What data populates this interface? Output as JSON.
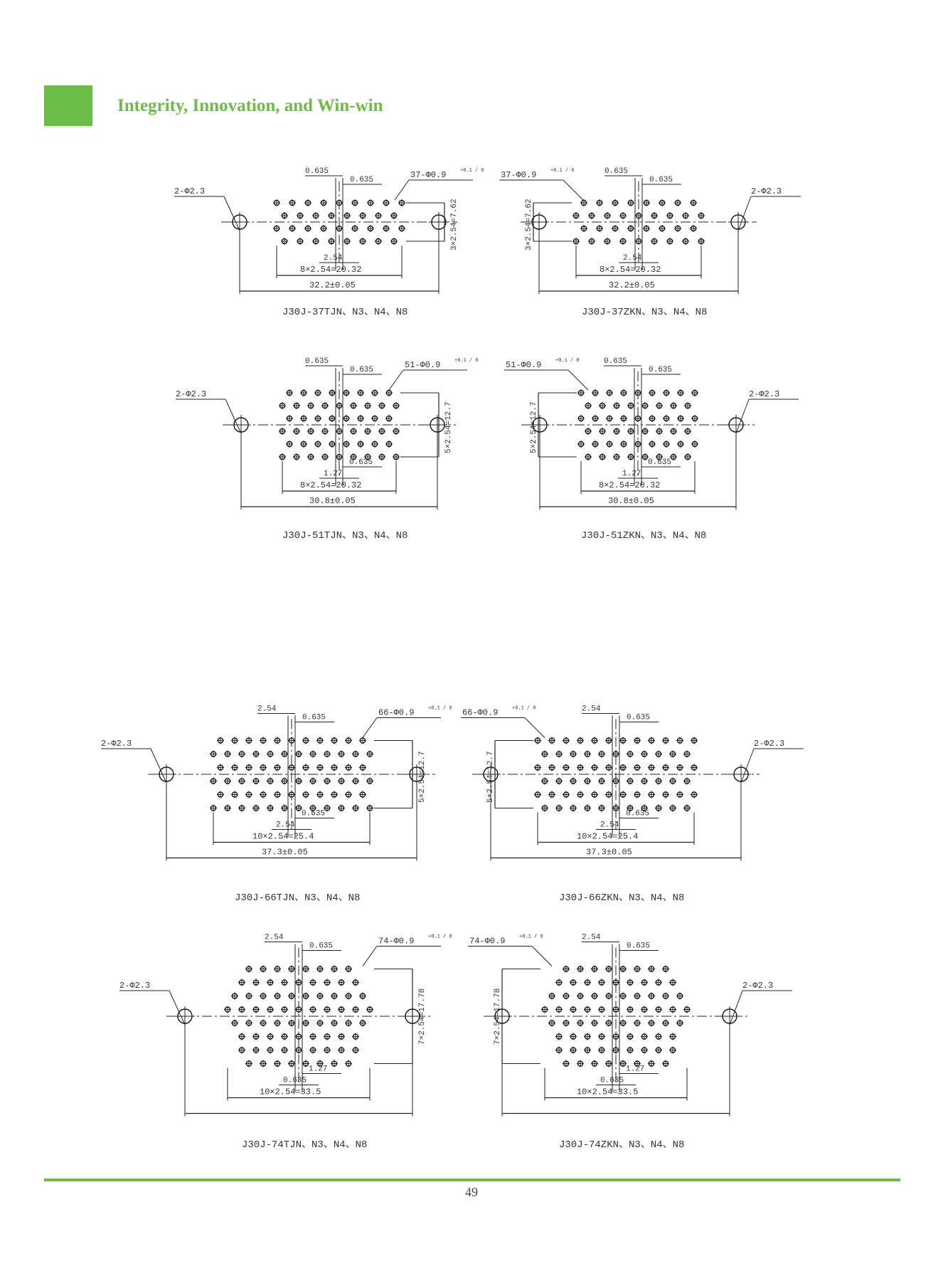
{
  "header": {
    "slogan": "Integrity, Innovation, and Win-win",
    "accent_color": "#6cbd45"
  },
  "footer": {
    "page_number": "49"
  },
  "drawings": [
    {
      "id": "37tjn",
      "caption": "J30J-37TJN、N3、N4、N8",
      "mount_hole": "2-Φ2.3",
      "contact_spec": "37-Φ0.9",
      "tol": "+0.1 / 0",
      "dim_width": "32.2±0.05",
      "dim_pitch": "8×2.54=20.32",
      "dim_height": "3×2.54=7.62",
      "dim_small_a": "0.635",
      "dim_small_b": "0.635",
      "dim_small_c": "2.54",
      "dim_small_d": ""
    },
    {
      "id": "37zkn",
      "caption": "J30J-37ZKN、N3、N4、N8",
      "mount_hole": "2-Φ2.3",
      "contact_spec": "37-Φ0.9",
      "tol": "+0.1 / 0",
      "dim_width": "32.2±0.05",
      "dim_pitch": "8×2.54=20.32",
      "dim_height": "3×2.54=7.62",
      "dim_small_a": "0.635",
      "dim_small_b": "0.635",
      "dim_small_c": "2.54",
      "dim_small_d": ""
    },
    {
      "id": "51tjn",
      "caption": "J30J-51TJN、N3、N4、N8",
      "mount_hole": "2-Φ2.3",
      "contact_spec": "51-Φ0.9",
      "tol": "+0.1 / 0",
      "dim_width": "30.8±0.05",
      "dim_pitch": "8×2.54=20.32",
      "dim_height": "5×2.54=12.7",
      "dim_small_a": "0.635",
      "dim_small_b": "0.635",
      "dim_small_c": "1.27",
      "dim_small_d": "0.635"
    },
    {
      "id": "51zkn",
      "caption": "J30J-51ZKN、N3、N4、N8",
      "mount_hole": "2-Φ2.3",
      "contact_spec": "51-Φ0.9",
      "tol": "+0.1 / 0",
      "dim_width": "30.8±0.05",
      "dim_pitch": "8×2.54=20.32",
      "dim_height": "5×2.54=12.7",
      "dim_small_a": "0.635",
      "dim_small_b": "0.635",
      "dim_small_c": "1.27",
      "dim_small_d": "0.635"
    },
    {
      "id": "66tjn",
      "caption": "J30J-66TJN、N3、N4、N8",
      "mount_hole": "2-Φ2.3",
      "contact_spec": "66-Φ0.9",
      "tol": "+0.1 / 0",
      "dim_width": "37.3±0.05",
      "dim_pitch": "10×2.54=25.4",
      "dim_height": "5×2.54=12.7",
      "dim_small_a": "2.54",
      "dim_small_b": "0.635",
      "dim_small_c": "2.54",
      "dim_small_d": "0.635"
    },
    {
      "id": "66zkn",
      "caption": "J30J-66ZKN、N3、N4、N8",
      "mount_hole": "2-Φ2.3",
      "contact_spec": "66-Φ0.9",
      "tol": "+0.1 / 0",
      "dim_width": "37.3±0.05",
      "dim_pitch": "10×2.54=25.4",
      "dim_height": "5×2.54=12.7",
      "dim_small_a": "2.54",
      "dim_small_b": "0.635",
      "dim_small_c": "2.54",
      "dim_small_d": "0.635"
    },
    {
      "id": "74tjn",
      "caption": "J30J-74TJN、N3、N4、N8",
      "mount_hole": "2-Φ2.3",
      "contact_spec": "74-Φ0.9",
      "tol": "+0.1 / 0",
      "dim_width": "",
      "dim_pitch": "10×2.54=33.5",
      "dim_height": "7×2.54=17.78",
      "dim_small_a": "2.54",
      "dim_small_b": "0.635",
      "dim_small_c": "0.635",
      "dim_small_d": "1.27"
    },
    {
      "id": "74zkn",
      "caption": "J30J-74ZKN、N3、N4、N8",
      "mount_hole": "2-Φ2.3",
      "contact_spec": "74-Φ0.9",
      "tol": "+0.1 / 0",
      "dim_width": "",
      "dim_pitch": "10×2.54=33.5",
      "dim_height": "7×2.54=17.78",
      "dim_small_a": "2.54",
      "dim_small_b": "0.635",
      "dim_small_c": "0.635",
      "dim_small_d": "1.27"
    }
  ]
}
